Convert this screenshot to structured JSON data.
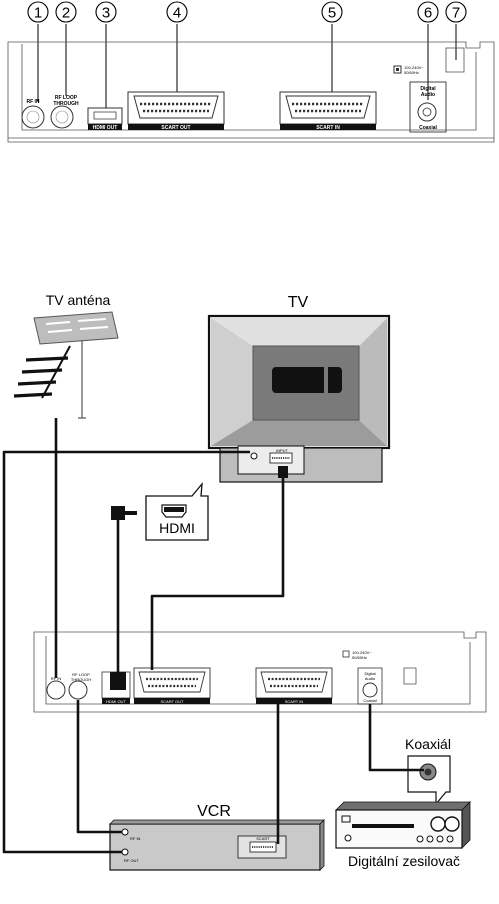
{
  "diagram": {
    "callouts": [
      "1",
      "2",
      "3",
      "4",
      "5",
      "6",
      "7"
    ],
    "top_panel": {
      "rf_in": "RF IN",
      "rf_loop_line1": "RF  LOOP",
      "rf_loop_line2": "THROUGH",
      "hdmi_out": "HDMI OUT",
      "scart_out": "SCART OUT",
      "scart_in": "SCART IN",
      "digital_audio_line1": "Digital",
      "digital_audio_line2": "Audio",
      "coaxial": "Coaxial",
      "power_line1": "100-240V~",
      "power_line2": "50/60Hz"
    },
    "tv_antenna_label": "TV anténa",
    "tv_label": "TV",
    "tv_input_label": "INPUT",
    "hdmi_label": "HDMI",
    "coax_label": "Koaxiál",
    "vcr_label": "VCR",
    "vcr_rf_in": "RF IN",
    "vcr_rf_out": "RF OUT",
    "vcr_scart": "SCART",
    "amplifier_label": "Digitální zesilovač"
  }
}
